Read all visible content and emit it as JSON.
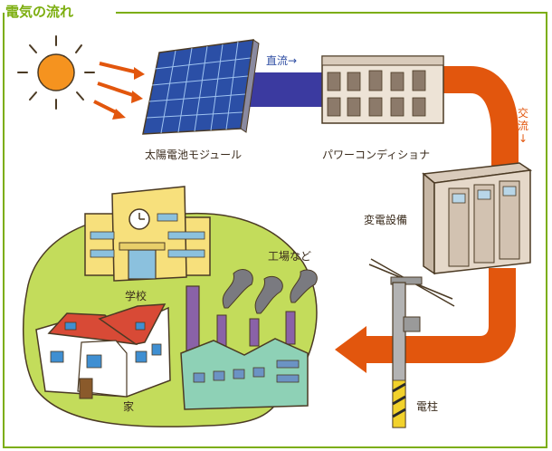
{
  "title": "電気の流れ",
  "labels": {
    "solar_module": "太陽電池モジュール",
    "power_conditioner": "パワーコンディショナ",
    "substation": "変電設備",
    "factory": "工場など",
    "school": "学校",
    "house": "家",
    "pole": "電柱"
  },
  "flows": {
    "dc": "直流→",
    "ac_line1": "交",
    "ac_line2": "流",
    "ac_arrow": "↓"
  },
  "colors": {
    "accent_green": "#7cae0f",
    "ac_orange": "#e2560d",
    "dc_blue": "#3b3aa0",
    "panel_blue": "#2b4fa6",
    "sun": "#f5931f",
    "ground": "#c3dc5b",
    "building_yellow": "#f7e07c"
  }
}
